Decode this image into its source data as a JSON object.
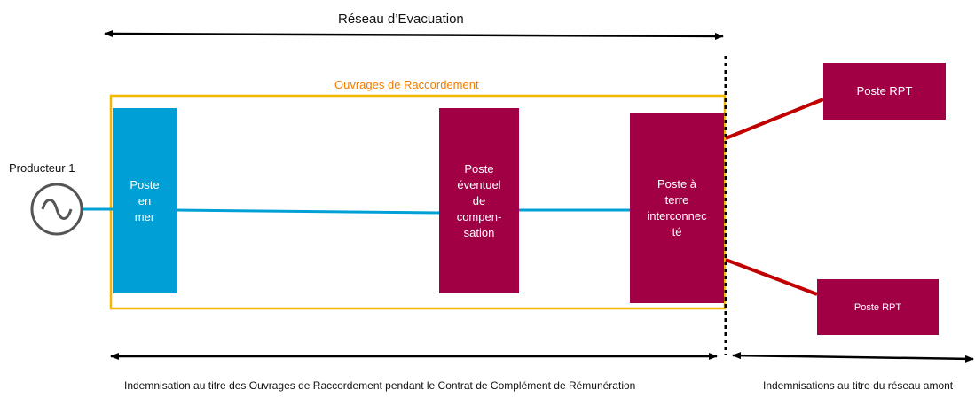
{
  "title": "Réseau d’Evacuation",
  "enclosure_label": "Ouvrages de Raccordement",
  "producer_label": "Producteur 1",
  "boxes": {
    "offshore": "Poste\nen\nmer",
    "compensation": "Poste\néventuel\nde\ncompen-\nsation",
    "onshore": "Poste à\nterre\ninterconnec\nté",
    "rpt_top": "Poste RPT",
    "rpt_bottom": "Poste RPT"
  },
  "bottom": {
    "left": "Indemnisation au titre des Ouvrages de Raccordement pendant le Contrat de Complément de Rémunération",
    "right": "Indemnisations au titre du réseau amont"
  },
  "colors": {
    "offshore_box": "#00a0d6",
    "station_box": "#a10045",
    "cable_link": "#00a0d6",
    "network_link": "#c00000",
    "enclosure_border": "#f5b800",
    "enclosure_label": "#f07c00",
    "arrows": "#000000"
  },
  "icons": {
    "generator": "ac-source-icon"
  }
}
